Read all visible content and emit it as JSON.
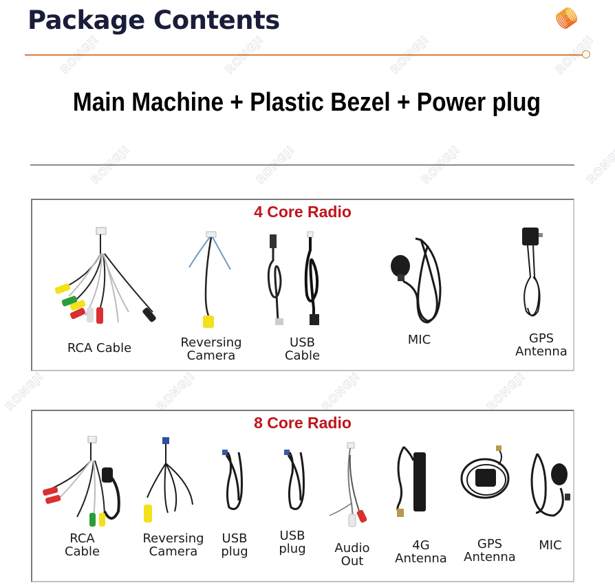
{
  "header": {
    "title": "Package Contents",
    "logo_icon": "orange-coil-logo-icon",
    "accent_color": "#e07a3a",
    "title_color": "#1a1d3a"
  },
  "subtitle": "Main Machine + Plastic Bezel + Power plug",
  "sections": [
    {
      "title": "4 Core Radio",
      "title_color": "#c0141c",
      "items": [
        {
          "label": "RCA Cable",
          "icon": "rca-cable-icon"
        },
        {
          "label": "Reversing\nCamera",
          "icon": "reversing-camera-cable-icon"
        },
        {
          "label": "USB\nCable",
          "icon": "usb-cable-icon"
        },
        {
          "label": "MIC",
          "icon": "microphone-icon"
        },
        {
          "label": "GPS\nAntenna",
          "icon": "gps-antenna-icon"
        }
      ]
    },
    {
      "title": "8 Core Radio",
      "title_color": "#c0141c",
      "items": [
        {
          "label": "RCA\nCable",
          "icon": "rca-cable-icon"
        },
        {
          "label": "Reversing\nCamera",
          "icon": "reversing-camera-cable-icon"
        },
        {
          "label": "USB\nplug",
          "icon": "usb-plug-icon"
        },
        {
          "label": "USB\nplug",
          "icon": "usb-plug-icon"
        },
        {
          "label": "Audio\nOut",
          "icon": "audio-out-cable-icon"
        },
        {
          "label": "4G\nAntenna",
          "icon": "4g-antenna-icon"
        },
        {
          "label": "GPS\nAntenna",
          "icon": "gps-antenna-icon"
        },
        {
          "label": "MIC",
          "icon": "microphone-icon"
        }
      ]
    }
  ],
  "watermark": "RONGJI"
}
